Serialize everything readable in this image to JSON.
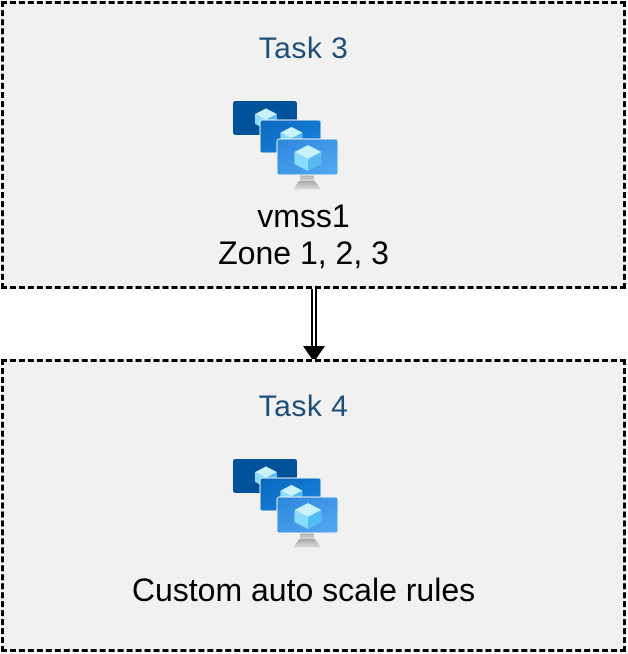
{
  "page": {
    "background": "#ffffff"
  },
  "colors": {
    "box_fill": "#f1f1f1",
    "box_border": "#000000",
    "task_title": "#1f4e79",
    "body_text": "#000000",
    "arrow": "#000000"
  },
  "boxes": [
    {
      "name": "task3",
      "title": "Task 3",
      "icon": "vm-scale-sets-icon",
      "lines": [
        "vmss1",
        "Zone 1, 2, 3"
      ]
    },
    {
      "name": "task4",
      "title": "Task 4",
      "icon": "vm-scale-sets-icon",
      "lines": [
        "Custom auto scale rules"
      ]
    }
  ],
  "connector": {
    "from": "task3",
    "to": "task4",
    "style": "double-line-arrow",
    "direction": "down"
  },
  "icon_colors": {
    "screen_back": "#00539b",
    "screen_middle": "#0b74ce",
    "screen_front_start": "#2b86dc",
    "screen_front_end": "#55a9f2",
    "cube_top": "#c9f2ff",
    "cube_left": "#8adcfd",
    "cube_right": "#55bcf2",
    "stand_dark": "#a6a6a6",
    "stand_light": "#dcdcdc"
  }
}
